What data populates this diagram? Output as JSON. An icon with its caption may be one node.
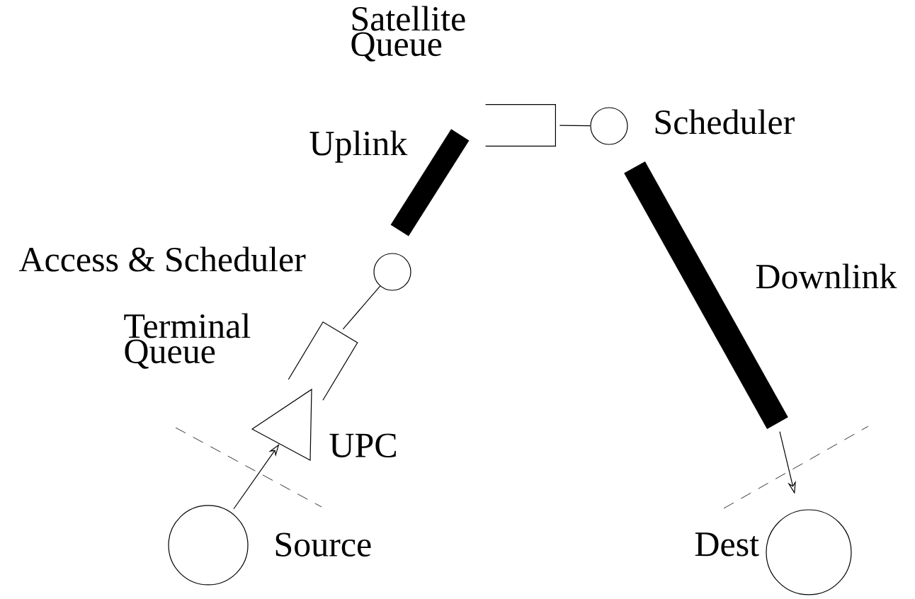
{
  "diagram": {
    "nodes": [
      {
        "text": [],
        "shape": "circle",
        "beside": [
          "Source"
        ]
      },
      {
        "text": [],
        "shape": "triangle",
        "beside": [
          "UPC"
        ]
      },
      {
        "text": [],
        "shape": "box",
        "beside": [
          "Terminal Queue"
        ]
      },
      {
        "text": [],
        "shape": "circle",
        "beside": [
          "Access & Scheduler"
        ]
      },
      {
        "text": [],
        "shape": "bar",
        "beside": [
          "Uplink"
        ]
      },
      {
        "text": [],
        "shape": "box",
        "beside": [
          "Satellite Queue"
        ]
      },
      {
        "text": [],
        "shape": "circle",
        "beside": [
          "Scheduler"
        ]
      },
      {
        "text": [],
        "shape": "bar",
        "beside": [
          "Downlink"
        ]
      },
      {
        "text": [],
        "shape": "circle",
        "beside": [
          "Dest"
        ]
      }
    ],
    "edges": [
      {
        "from": 0,
        "to": 1,
        "arrow": "to"
      },
      {
        "from": 2,
        "to": 3,
        "arrow": "none"
      },
      {
        "from": 5,
        "to": 6,
        "arrow": "none"
      },
      {
        "from": 7,
        "to": 8,
        "arrow": "to"
      }
    ]
  }
}
